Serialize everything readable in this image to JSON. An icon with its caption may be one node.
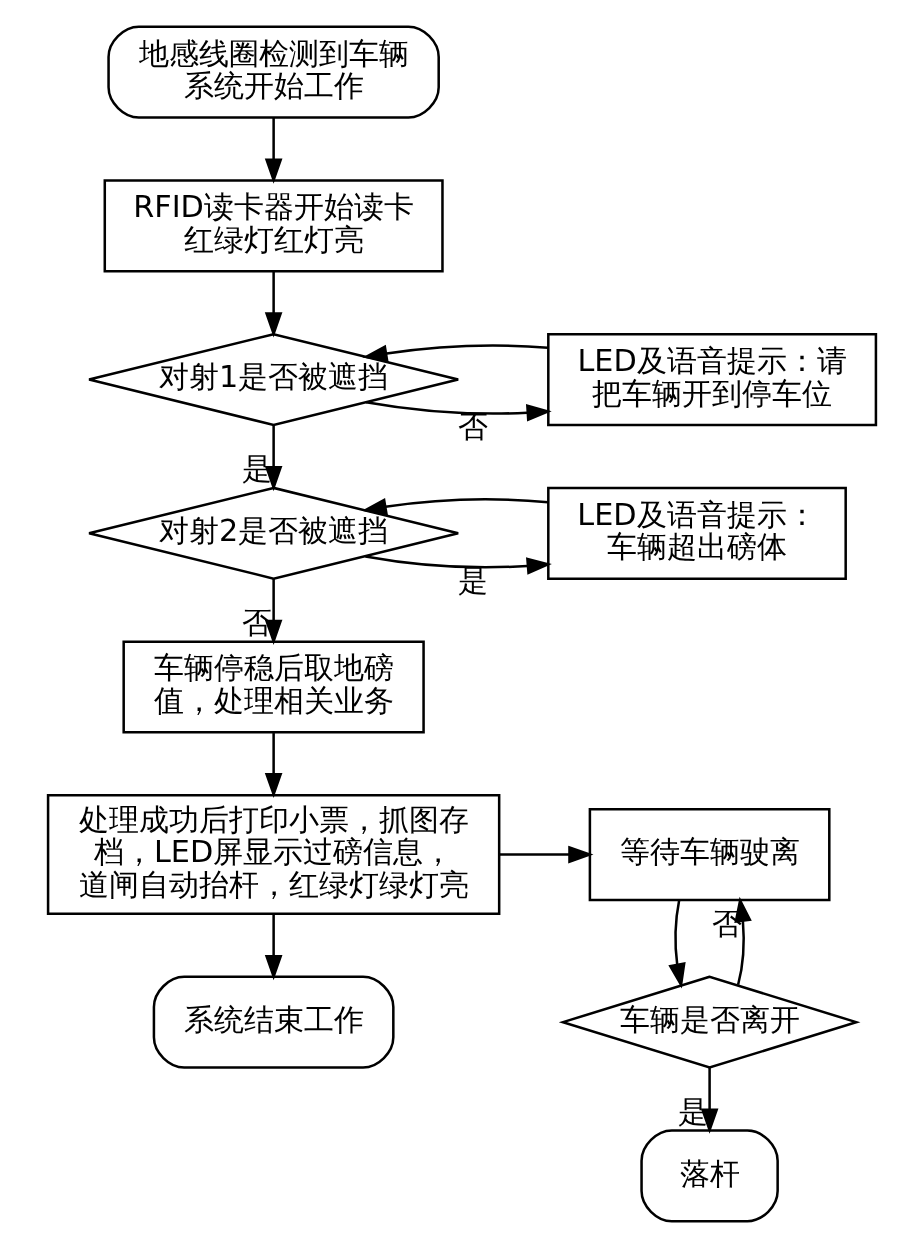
{
  "diagram": {
    "nodes": [
      {
        "text": [
          "地感线圈检测到车辆系统开始工作"
        ]
      },
      {
        "text": [
          "RFID读卡器开始读卡红绿灯红灯亮"
        ]
      },
      {
        "text": [
          "对射1是否被遮挡"
        ]
      },
      {
        "text": [
          "LED及语音提示：请把车辆开到停车位"
        ]
      },
      {
        "text": [
          "对射2是否被遮挡"
        ]
      },
      {
        "text": [
          "LED及语音提示：车辆超出磅体"
        ]
      },
      {
        "text": [
          "车辆停稳后取地磅值，处理相关业务"
        ]
      },
      {
        "text": [
          "处理成功后打印小票，抓图存档，LED屏显示过磅信息，道闸自动抬杆，红绿灯绿灯亮"
        ]
      },
      {
        "text": [
          "系统结束工作"
        ]
      },
      {
        "text": [
          "等待车辆驶离"
        ]
      },
      {
        "text": [
          "车辆是否离开"
        ]
      },
      {
        "text": [
          "落杆"
        ]
      }
    ],
    "edges": [
      {
        "from": 0,
        "to": 1,
        "arrow": "to"
      },
      {
        "from": 1,
        "to": 2,
        "arrow": "to"
      },
      {
        "from": 2,
        "to": 3,
        "arrow": "to",
        "label": "否"
      },
      {
        "from": 3,
        "to": 2,
        "arrow": "to"
      },
      {
        "from": 2,
        "to": 4,
        "arrow": "to",
        "label": "是"
      },
      {
        "from": 4,
        "to": 5,
        "arrow": "to",
        "label": "是"
      },
      {
        "from": 5,
        "to": 4,
        "arrow": "to"
      },
      {
        "from": 4,
        "to": 6,
        "arrow": "to",
        "label": "否"
      },
      {
        "from": 6,
        "to": 7,
        "arrow": "to"
      },
      {
        "from": 7,
        "to": 8,
        "arrow": "to"
      },
      {
        "from": 7,
        "to": 9,
        "arrow": "to"
      },
      {
        "from": 9,
        "to": 10,
        "arrow": "to"
      },
      {
        "from": 10,
        "to": 9,
        "arrow": "to",
        "label": "否"
      },
      {
        "from": 10,
        "to": 11,
        "arrow": "to",
        "label": "是"
      }
    ]
  }
}
